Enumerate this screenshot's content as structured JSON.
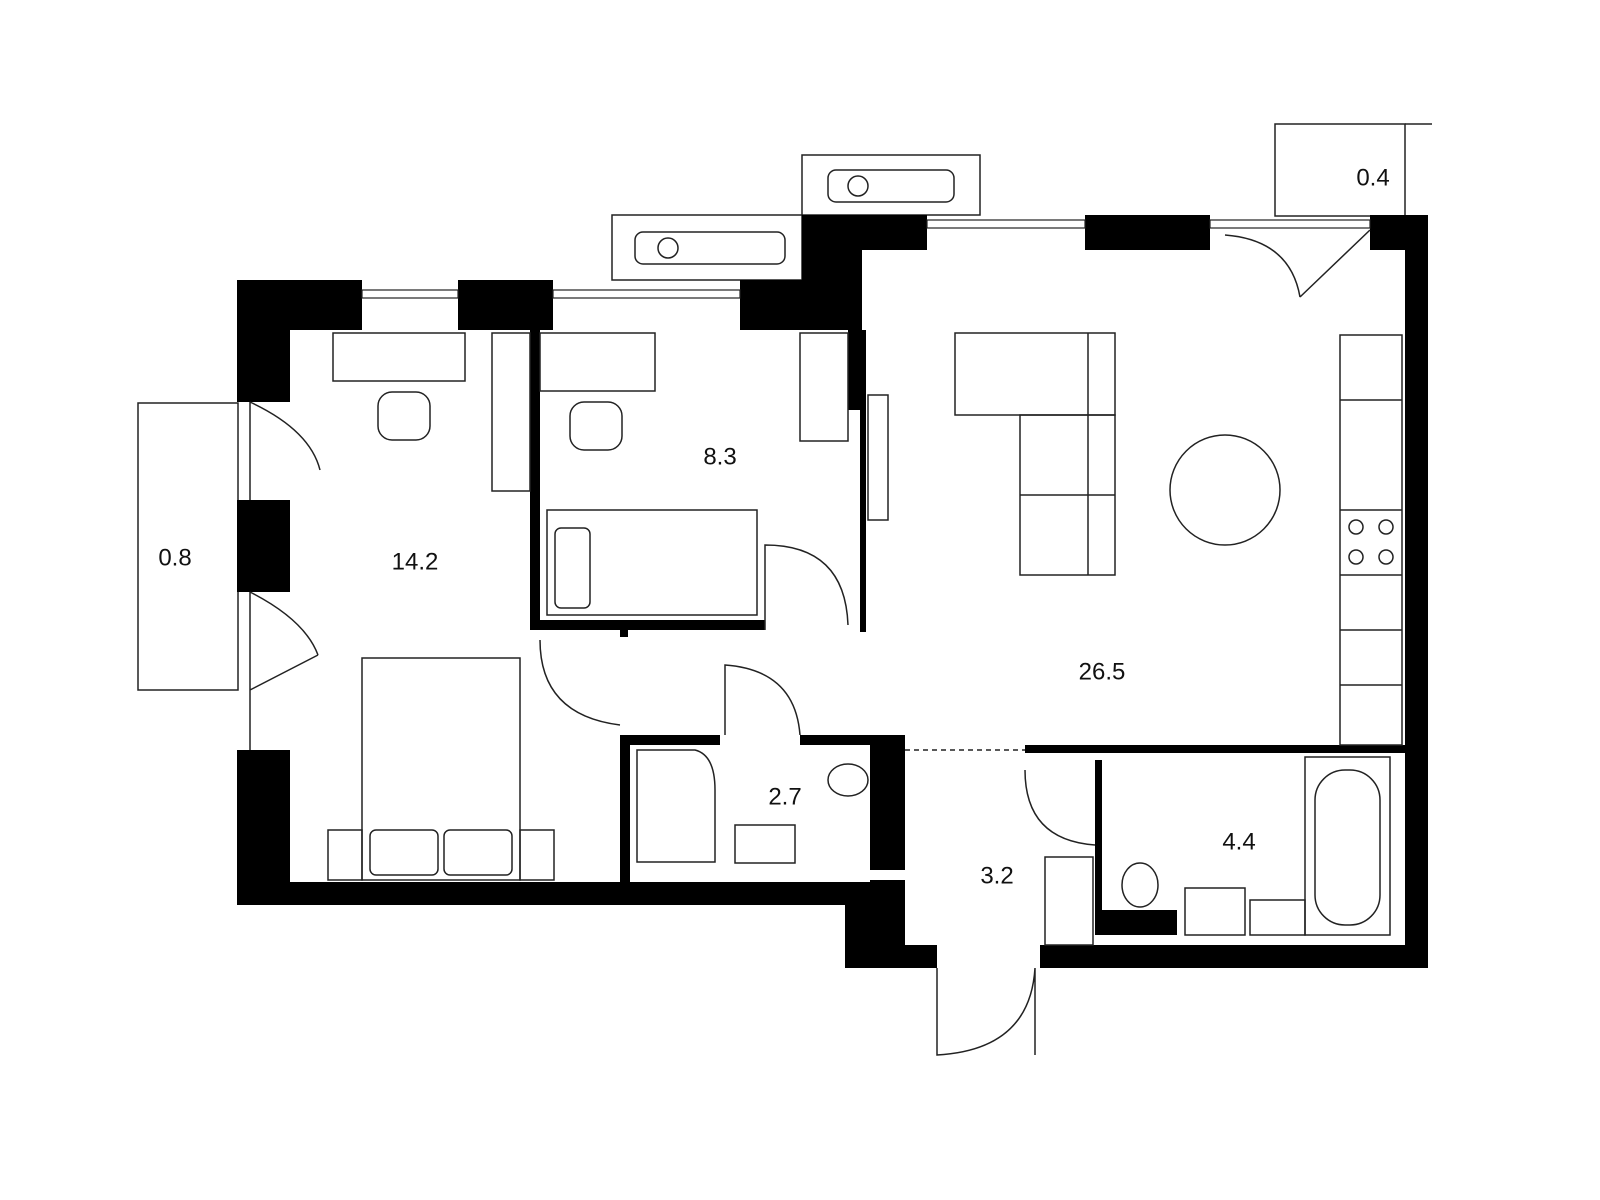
{
  "plan": {
    "rooms": [
      {
        "id": "balcony-west",
        "area": "0.8"
      },
      {
        "id": "bedroom",
        "area": "14.2"
      },
      {
        "id": "kids-room",
        "area": "8.3"
      },
      {
        "id": "living-kitchen",
        "area": "26.5"
      },
      {
        "id": "bathroom-small",
        "area": "2.7"
      },
      {
        "id": "hallway",
        "area": "3.2"
      },
      {
        "id": "bathroom-large",
        "area": "4.4"
      },
      {
        "id": "balcony-east",
        "area": "0.4"
      }
    ],
    "colors": {
      "wall": "#000000",
      "line": "#222222",
      "background": "#ffffff"
    }
  }
}
